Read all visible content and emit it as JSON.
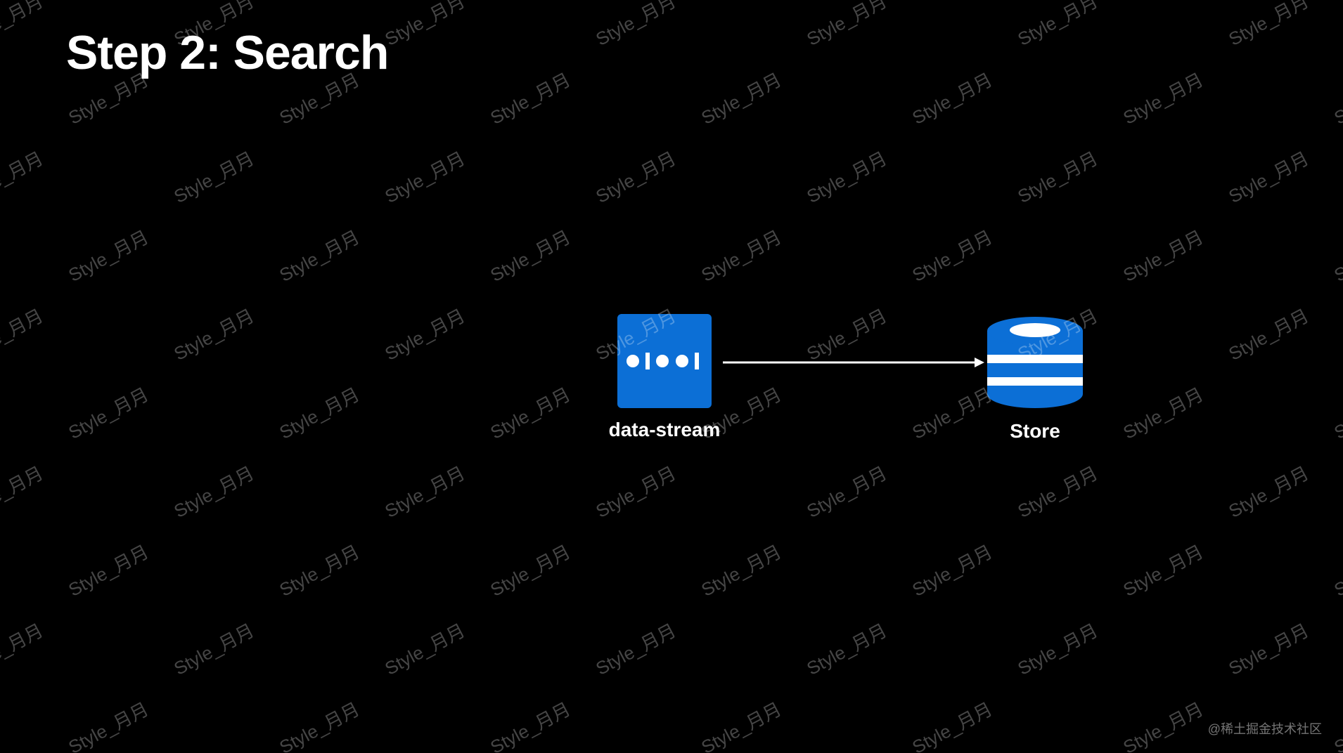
{
  "slide": {
    "title": "Step 2: Search"
  },
  "diagram": {
    "nodes": [
      {
        "id": "data-stream",
        "label": "data-stream",
        "icon": "data-stream-icon",
        "color": "#0c6fd6"
      },
      {
        "id": "store",
        "label": "Store",
        "icon": "database-icon",
        "color": "#0c6fd6"
      }
    ],
    "edges": [
      {
        "from": "data-stream",
        "to": "store"
      }
    ]
  },
  "watermark": {
    "text": "Style_月月"
  },
  "footer": {
    "credit": "@稀土掘金技术社区"
  },
  "colors": {
    "background": "#000000",
    "accent": "#0c6fd6",
    "text": "#ffffff"
  }
}
